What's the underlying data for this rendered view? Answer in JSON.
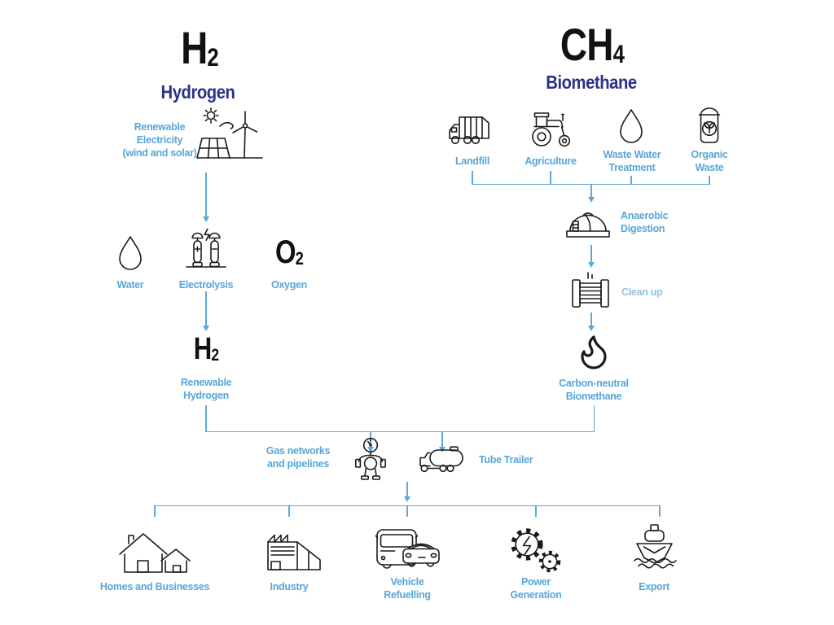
{
  "palette": {
    "accent": "#58A6D8",
    "accent_light": "#8FC2E5",
    "line_blue": "#5FA8D8",
    "navy": "#2B3188",
    "icon_ink": "#1A1A1A",
    "background": "#FFFFFF"
  },
  "hydrogen": {
    "formula": "H",
    "formula_sub": "2",
    "name": "Hydrogen",
    "source": {
      "label": "Renewable\nElectricity\n(wind and solar)",
      "icon": "wind-and-solar-icon"
    },
    "water": {
      "label": "Water",
      "icon": "water-drop-icon"
    },
    "electrolysis": {
      "label": "Electrolysis",
      "icon": "electrolysis-icon"
    },
    "oxygen": {
      "label": "Oxygen",
      "formula": "O",
      "formula_sub": "2"
    },
    "product": {
      "formula": "H",
      "formula_sub": "2",
      "label": "Renewable\nHydrogen"
    }
  },
  "biomethane": {
    "formula": "CH",
    "formula_sub": "4",
    "name": "Biomethane",
    "sources": [
      {
        "label": "Landfill",
        "icon": "garbage-truck-icon"
      },
      {
        "label": "Agriculture",
        "icon": "tractor-icon"
      },
      {
        "label": "Waste Water\nTreatment",
        "icon": "water-drop-icon"
      },
      {
        "label": "Organic\nWaste",
        "icon": "organic-waste-sack-icon"
      }
    ],
    "anaerobic_digestion": {
      "label": "Anaerobic\nDigestion",
      "icon": "digester-tank-icon"
    },
    "clean_up": {
      "label": "Clean up",
      "icon": "gas-scrubber-icon"
    },
    "product": {
      "label": "Carbon-neutral\nBiomethane",
      "icon": "flame-icon"
    }
  },
  "distribution": {
    "gas_networks": {
      "label": "Gas networks\nand pipelines",
      "icon": "pipeline-gauge-icon"
    },
    "tube_trailer": {
      "label": "Tube Trailer",
      "icon": "tube-trailer-truck-icon"
    }
  },
  "destinations": [
    {
      "label": "Homes and Businesses",
      "icon": "houses-icon"
    },
    {
      "label": "Industry",
      "icon": "factory-icon"
    },
    {
      "label": "Vehicle\nRefuelling",
      "icon": "bus-and-car-icon"
    },
    {
      "label": "Power\nGeneration",
      "icon": "gears-bolt-icon"
    },
    {
      "label": "Export",
      "icon": "ship-icon"
    }
  ]
}
